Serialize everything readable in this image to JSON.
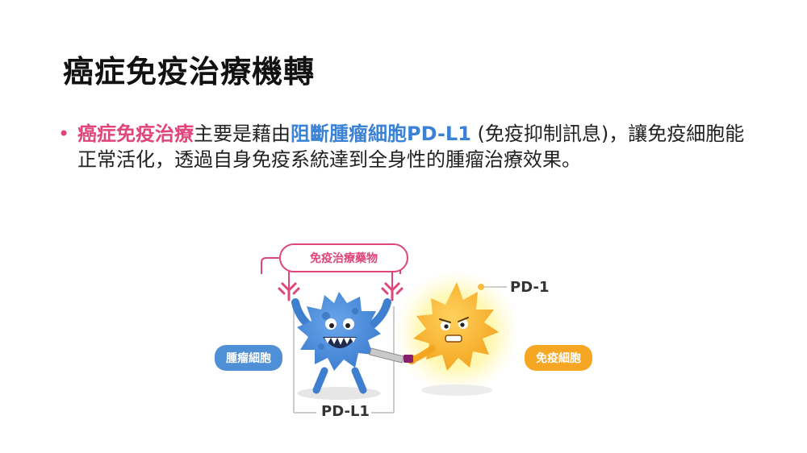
{
  "slide": {
    "title": "癌症免疫治療機轉",
    "bullet": {
      "part1_highlight": "癌症免疫治療",
      "part2": "主要是藉由",
      "part3_highlight": "阻斷腫瘤細胞PD-L1",
      "part4": " (免疫抑制訊息)，讓免疫細胞能正常活化，透過自身免疫系統達到全身性的腫瘤治療效果。"
    }
  },
  "diagram": {
    "drug_label": "免疫治療藥物",
    "tumor_label": "腫瘤細胞",
    "immune_label": "免疫細胞",
    "pd1_label": "PD-1",
    "pdl1_label": "PD-L1"
  },
  "colors": {
    "pink": "#e0457b",
    "blue": "#3b82d6",
    "tumor_blue": "#4f8fd6",
    "immune_orange": "#f5a623"
  }
}
